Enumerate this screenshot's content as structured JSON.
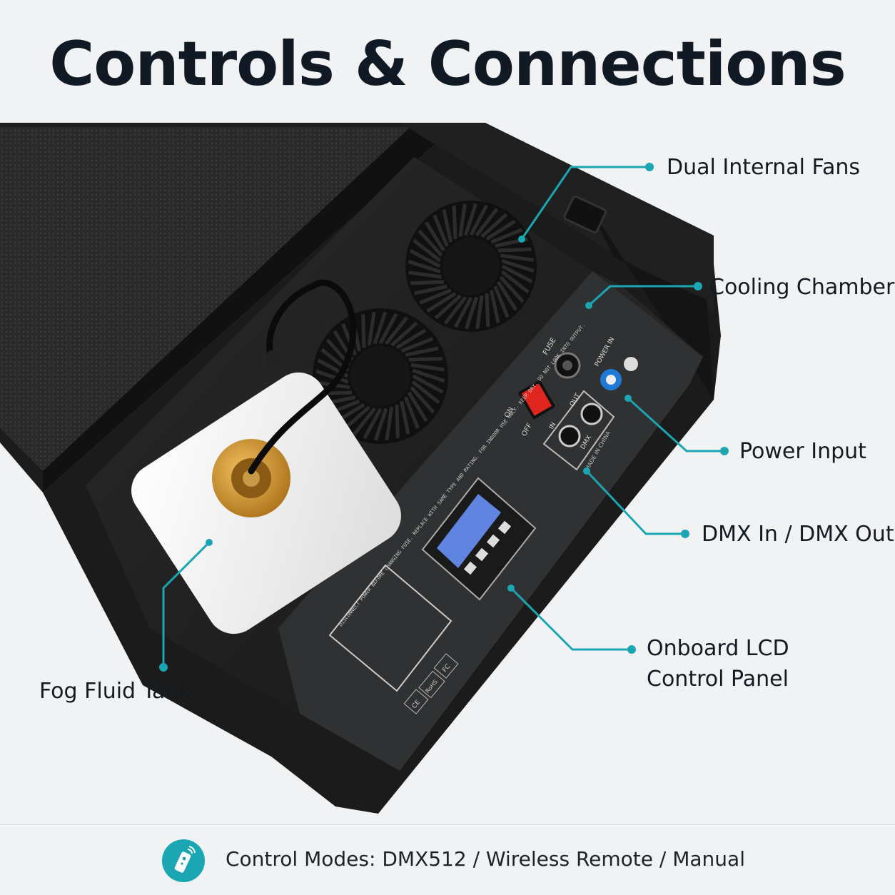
{
  "title": "Controls & Connections",
  "callouts": {
    "dual_internal_fans": "Dual Internal Fans",
    "cooling_chamber": "Cooling Chamber",
    "power_input": "Power Input",
    "dmx": "DMX In / DMX Out",
    "lcd_line1": "Onboard LCD",
    "lcd_line2": "Control Panel",
    "fog_fluid_tank": "Fog Fluid Tank"
  },
  "panel_labels": {
    "fuse": "FUSE",
    "on": "ON",
    "off": "OFF",
    "power_in": "POWER IN",
    "dmx_in": "IN",
    "dmx_out": "OUT",
    "dmx": "DMX",
    "made_in": "MADE IN CHINA",
    "warning": "DISCONNECT POWER BEFORE CHANGING FUSE. REPLACE WITH SAME TYPE AND RATING. FOR INDOOR USE ONLY. KEEP DRY. DO NOT LOOK INTO OUTPUT.",
    "cert_ce": "CE",
    "cert_rohs": "RoHS",
    "cert_fc": "FC"
  },
  "footer": {
    "text": "Control Modes: DMX512 / Wireless Remote / Manual",
    "icon": "remote-control-icon"
  },
  "colors": {
    "accent": "#1aa7b3",
    "power_connector": "#1f7ad6",
    "switch": "#e0261e",
    "lcd_screen": "#5f85e0",
    "tank_cap": "#d39a2c"
  }
}
